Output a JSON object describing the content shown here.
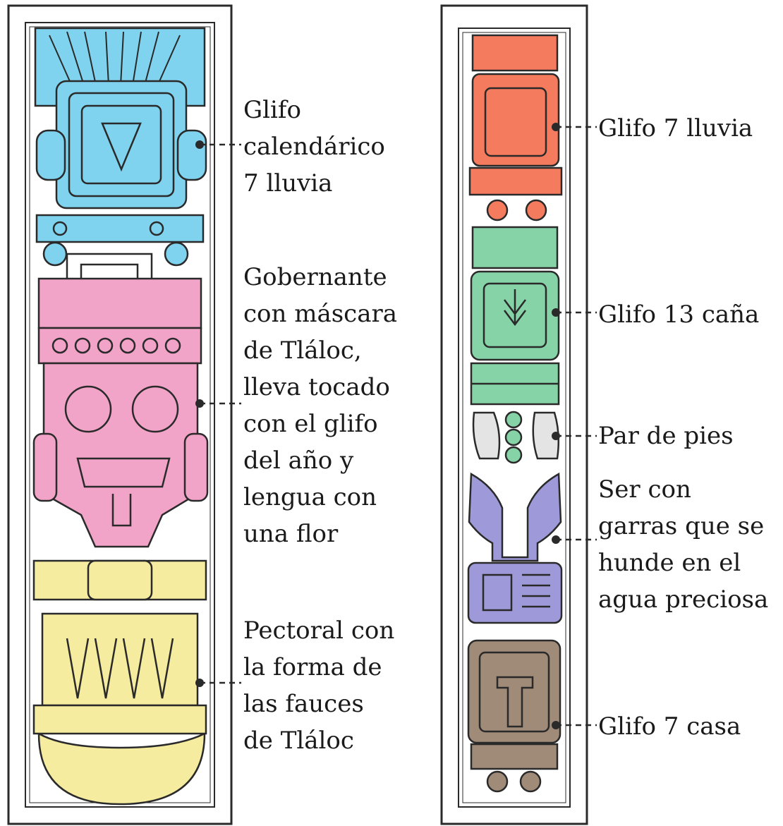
{
  "colors": {
    "glyph_rain_left": "#7fd3ee",
    "ruler_mask": "#f2a3c8",
    "pectoral": "#f6ec9f",
    "glyph_rain_right": "#f47b5d",
    "glyph_reed": "#86d3a8",
    "feet": "#e4e4e4",
    "clawed_being": "#9e9ad9",
    "glyph_house": "#a08a78",
    "outline": "#2a2a2a"
  },
  "left_stela": {
    "labels": [
      {
        "lines": [
          "Glifo",
          "calendárico",
          "7 lluvia"
        ]
      },
      {
        "lines": [
          "Gobernante",
          "con máscara",
          "de Tláloc,",
          "lleva tocado",
          "con el glifo",
          "del año y",
          "lengua con",
          "una flor"
        ]
      },
      {
        "lines": [
          "Pectoral con",
          "la forma de",
          "las fauces",
          "de Tláloc"
        ]
      }
    ]
  },
  "right_stela": {
    "labels": [
      {
        "lines": [
          "Glifo 7 lluvia"
        ]
      },
      {
        "lines": [
          "Glifo 13 caña"
        ]
      },
      {
        "lines": [
          "Par de pies"
        ]
      },
      {
        "lines": [
          "Ser con",
          "garras que se",
          "hunde en el",
          "agua preciosa"
        ]
      },
      {
        "lines": [
          "Glifo 7 casa"
        ]
      }
    ]
  }
}
